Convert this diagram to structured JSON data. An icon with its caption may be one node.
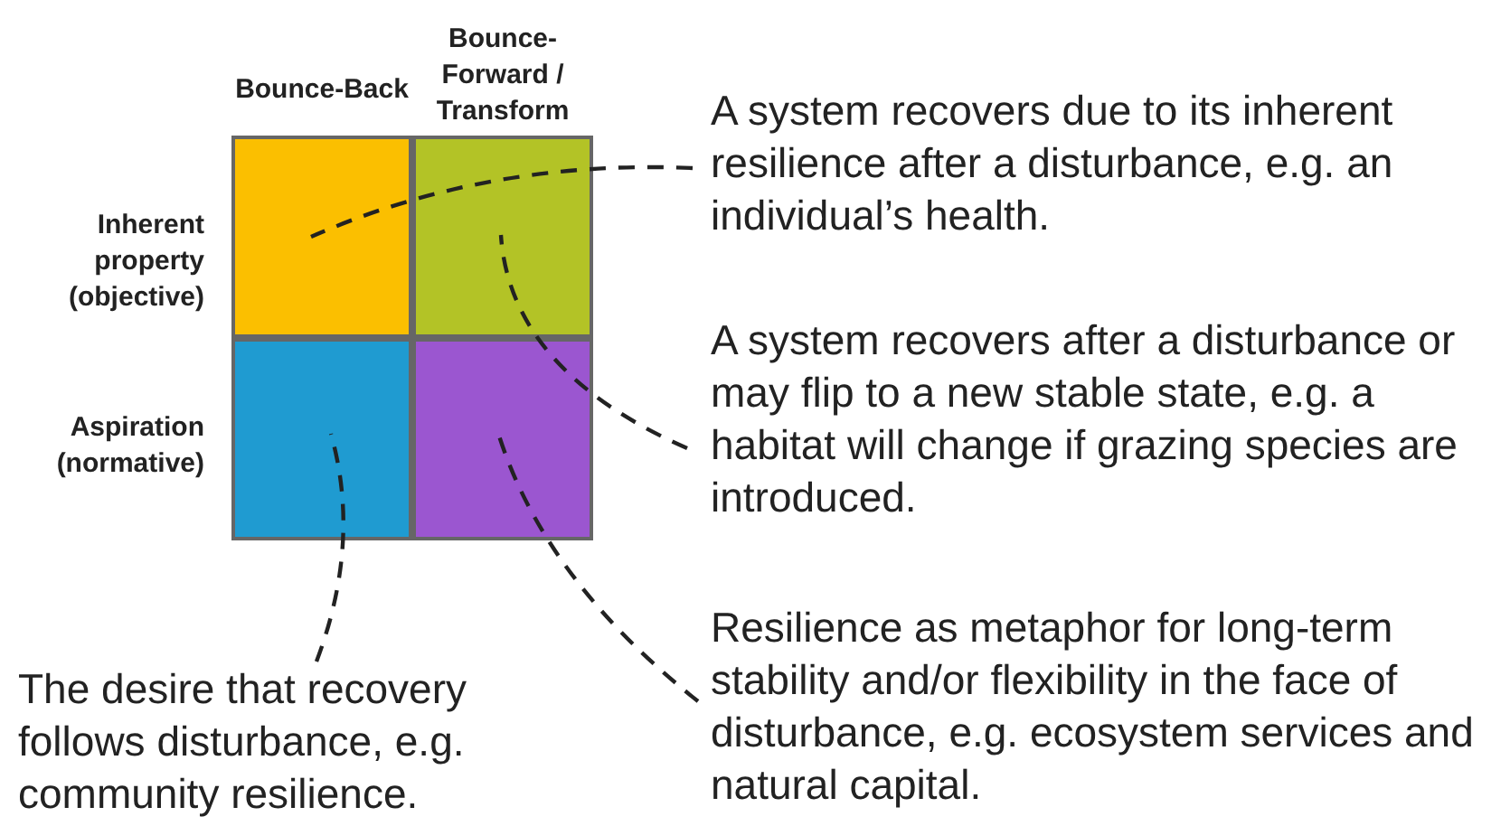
{
  "diagram": {
    "nodes": [
      {
        "text": [],
        "shape": "box"
      },
      {
        "text": [],
        "shape": "box"
      },
      {
        "text": [],
        "shape": "box"
      },
      {
        "text": [],
        "shape": "box"
      },
      {
        "text": [
          "A system recovers due to its inherent resilience after a disturbance, e.g. an individual’s health."
        ]
      },
      {
        "text": [
          "A system recovers after a disturbance or may flip to a new stable state, e.g. a habitat will change if grazing species are introduced."
        ]
      },
      {
        "text": [
          "The desire that recovery follows disturbance, e.g. community resilience."
        ]
      },
      {
        "text": [
          "Resilience as metaphor for long-term stability and/or flexibility in the face of disturbance, e.g. ecosystem services and natural capital."
        ]
      }
    ],
    "edges": [
      {
        "from": 4,
        "to": 0,
        "arrow": "none"
      },
      {
        "from": 5,
        "to": 1,
        "arrow": "none"
      },
      {
        "from": 6,
        "to": 2,
        "arrow": "none"
      },
      {
        "from": 7,
        "to": 3,
        "arrow": "none"
      }
    ],
    "labels": [
      "Bounce-Back",
      "Bounce-Forward / Transform",
      "Inherent property (objective)",
      "Aspiration (normative)"
    ]
  }
}
